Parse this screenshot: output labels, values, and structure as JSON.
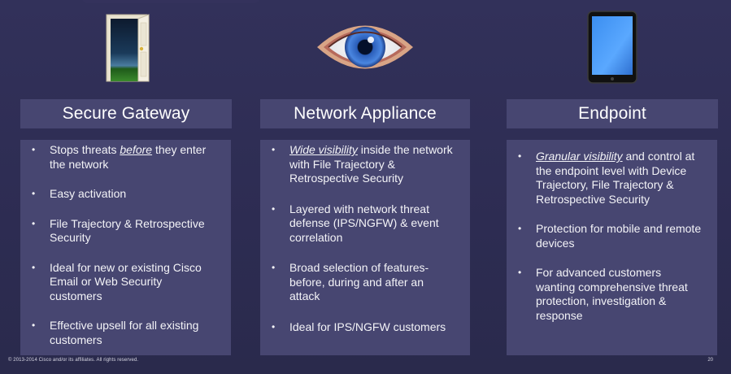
{
  "columns": [
    {
      "title": "Secure Gateway",
      "icon": "open-door-icon",
      "bullets": [
        {
          "before": "Stops threats ",
          "em": "before",
          "after": " they enter the network"
        },
        {
          "before": "Easy activation",
          "em": "",
          "after": ""
        },
        {
          "before": "File Trajectory & Retrospective Security",
          "em": "",
          "after": ""
        },
        {
          "before": "Ideal for new or existing Cisco Email or Web Security customers",
          "em": "",
          "after": ""
        },
        {
          "before": "Effective upsell for all existing customers",
          "em": "",
          "after": ""
        }
      ]
    },
    {
      "title": "Network Appliance",
      "icon": "eye-icon",
      "bullets": [
        {
          "before": "",
          "em": "Wide visibility",
          "after": " inside the network with File Trajectory & Retrospective Security"
        },
        {
          "before": "Layered with network threat defense (IPS/NGFW) & event correlation",
          "em": "",
          "after": ""
        },
        {
          "before": "Broad selection of features- before, during and after an attack",
          "em": "",
          "after": ""
        },
        {
          "before": "Ideal for IPS/NGFW customers",
          "em": "",
          "after": ""
        }
      ]
    },
    {
      "title": "Endpoint",
      "icon": "tablet-icon",
      "bullets": [
        {
          "before": "",
          "em": "Granular visibility",
          "after": " and control at the endpoint level with Device Trajectory, File Trajectory & Retrospective Security"
        },
        {
          "before": "Protection for mobile and remote devices",
          "em": "",
          "after": ""
        },
        {
          "before": "For advanced customers wanting comprehensive threat protection, investigation  & response",
          "em": "",
          "after": ""
        }
      ]
    }
  ],
  "footer": {
    "copyright": "© 2013-2014 Cisco and/or its affiliates. All rights reserved.",
    "page_number": "20"
  },
  "colors": {
    "background": "#2f2e4f",
    "panel": "#474671",
    "text": "#ffffff"
  }
}
